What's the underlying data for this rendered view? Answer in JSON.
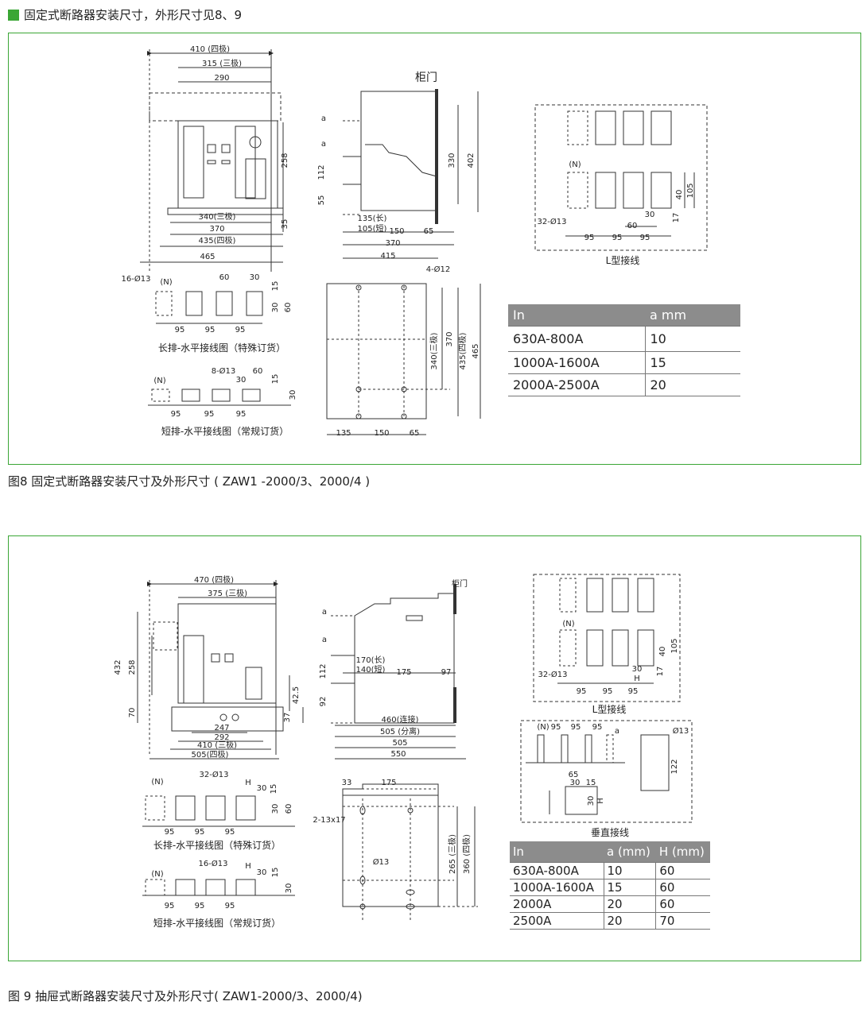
{
  "section_header": "固定式断路器安装尺寸，外形尺寸见8、9",
  "colors": {
    "accent": "#3aa635",
    "table_header": "#8c8c8c"
  },
  "fig8": {
    "caption": "图8  固定式断路器安装尺寸及外形尺寸 ( ZAW1 -2000/3、2000/4 )",
    "front": {
      "d410": "410 (四极)",
      "d315": "315 (三极)",
      "d290": "290",
      "d258": "258",
      "d35": "35",
      "d340": "340(三极)",
      "d370": "370",
      "d435": "435(四极)",
      "d465": "465"
    },
    "side": {
      "door": "柜门",
      "a": "a",
      "d112": "112",
      "d55": "55",
      "d330": "330",
      "d402": "402",
      "d135": "135(长)",
      "d105": "105(短)",
      "d150": "150",
      "d65": "65",
      "d370": "370",
      "d415": "415"
    },
    "lwire": {
      "n": "(N)",
      "hole": "32-Ø13",
      "d95a": "95",
      "d95b": "95",
      "d95c": "95",
      "d60": "60",
      "d30": "30",
      "d17": "17",
      "d40": "40",
      "d105": "105",
      "title": "L型接线"
    },
    "long": {
      "hole": "16-Ø13",
      "n": "(N)",
      "d60": "60",
      "d30": "30",
      "d15": "15",
      "d30v": "30",
      "d60v": "60",
      "d95a": "95",
      "d95b": "95",
      "d95c": "95",
      "title": "长排-水平接线图（特殊订货）"
    },
    "short": {
      "n": "(N)",
      "hole": "8-Ø13",
      "d60": "60",
      "d30": "30",
      "d15": "15",
      "d30v": "30",
      "d95a": "95",
      "d95b": "95",
      "d95c": "95",
      "title": "短排-水平接线图（常规订货）"
    },
    "mount": {
      "hole": "4-Ø12",
      "d340": "340(三极)",
      "d370": "370",
      "d435": "435(四极)",
      "d465": "465",
      "d135": "135",
      "d150": "150",
      "d65": "65"
    },
    "table": {
      "headers": [
        "In",
        "a mm"
      ],
      "rows": [
        [
          "630A-800A",
          "10"
        ],
        [
          "1000A-1600A",
          "15"
        ],
        [
          "2000A-2500A",
          "20"
        ]
      ]
    }
  },
  "fig9": {
    "caption": "图 9  抽屉式断路器安装尺寸及外形尺寸( ZAW1-2000/3、2000/4)",
    "front": {
      "d470": "470 (四极)",
      "d375": "375 (三极)",
      "d432": "432",
      "d258": "258",
      "d70": "70",
      "d425": "42.5",
      "d37": "37",
      "d247": "247",
      "d292": "292",
      "d410": "410 (三极)",
      "d505": "505(四极)"
    },
    "side": {
      "door": "柜门",
      "a": "a",
      "d112": "112",
      "d92": "92",
      "d170": "170(长)",
      "d140": "140(短)",
      "d175": "175",
      "d97": "97",
      "d460": "460(连接)",
      "d505": "505 (分离)",
      "d505b": "505",
      "d550": "550"
    },
    "lwire": {
      "n": "(N)",
      "hole": "32-Ø13",
      "d95a": "95",
      "d95b": "95",
      "d95c": "95",
      "d30": "30",
      "h": "H",
      "d17": "17",
      "d40": "40",
      "d105": "105",
      "title": "L型接线"
    },
    "vwire": {
      "n": "(N)",
      "d95a": "95",
      "d95b": "95",
      "d95c": "95",
      "a": "a",
      "hole": "Ø13",
      "d65": "65",
      "d30": "30",
      "d15": "15",
      "d30v": "30",
      "h": "H",
      "d122": "122",
      "title": "垂直接线"
    },
    "long": {
      "n": "(N)",
      "hole": "32-Ø13",
      "h": "H",
      "d30": "30",
      "d15": "15",
      "d30v": "30",
      "d60v": "60",
      "d95a": "95",
      "d95b": "95",
      "d95c": "95",
      "title": "长排-水平接线图（特殊订货）"
    },
    "short": {
      "n": "(N)",
      "hole": "16-Ø13",
      "h": "H",
      "d30": "30",
      "d15": "15",
      "d30v": "30",
      "d95a": "95",
      "d95b": "95",
      "d95c": "95",
      "title": "短排-水平接线图（常规订货）"
    },
    "mount": {
      "d33": "33",
      "d175": "175",
      "slot": "2-13x17",
      "hole": "Ø13",
      "d265": "265 (三极)",
      "d360": "360 (四极)"
    },
    "table": {
      "headers": [
        "In",
        "a (mm)",
        "H (mm)"
      ],
      "rows": [
        [
          "630A-800A",
          "10",
          "60"
        ],
        [
          "1000A-1600A",
          "15",
          "60"
        ],
        [
          "2000A",
          "20",
          "60"
        ],
        [
          "2500A",
          "20",
          "70"
        ]
      ]
    }
  }
}
